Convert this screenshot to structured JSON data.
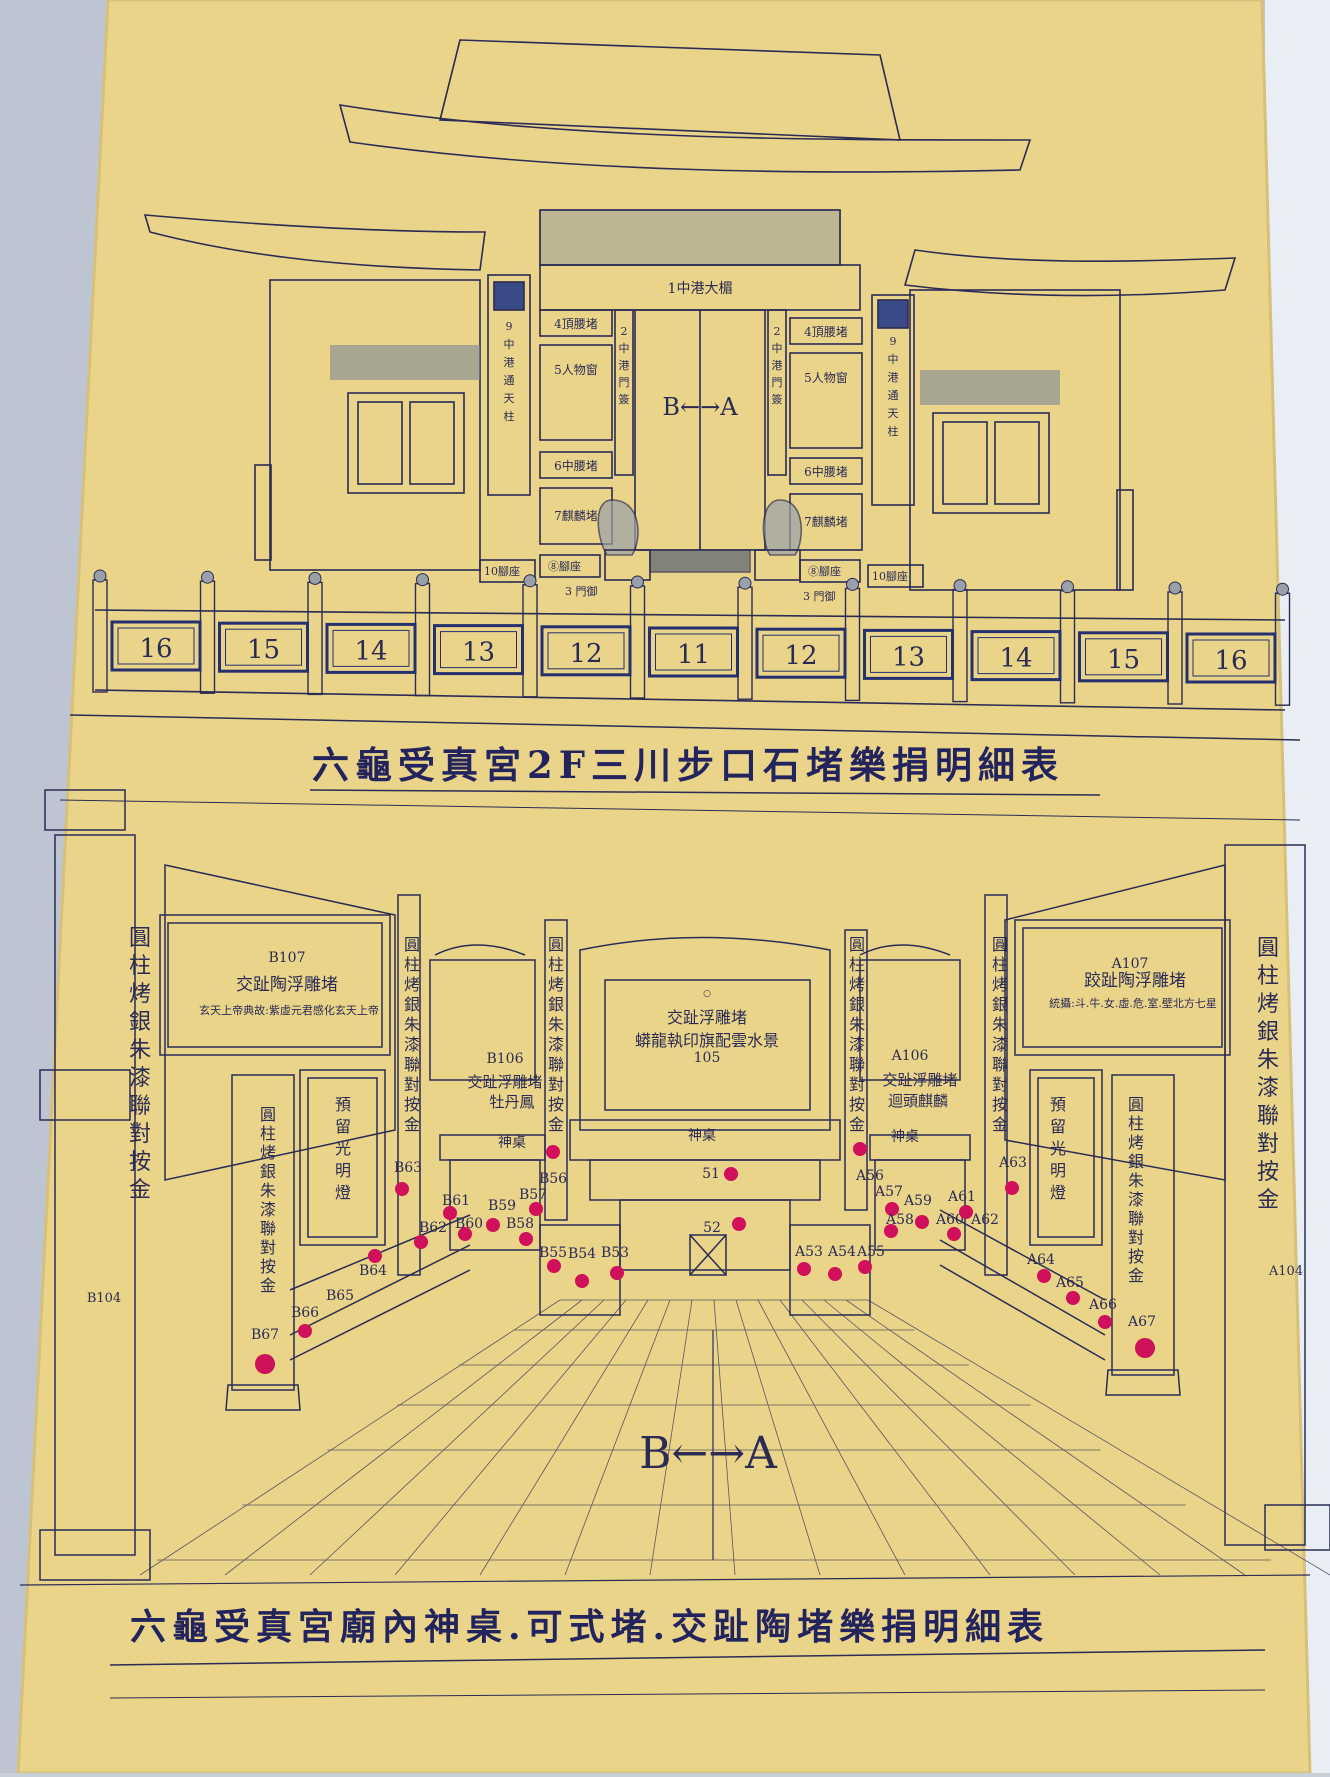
{
  "colors": {
    "paper": "#e9d489",
    "ink": "#2b2b55",
    "panel_frame": "#25306e",
    "donation_dot": "#d0105a",
    "wall_left": "#b9c3cf"
  },
  "top": {
    "title": "六龜受真宮2F三川步口石堵樂捐明細表",
    "center_beam": "1中港大楣",
    "door_labels_left": [
      "4頂腰堵",
      "5人物窗",
      "6中腰堵",
      "7麒麟堵"
    ],
    "door_labels_right": [
      "4頂腰堵",
      "5人物窗",
      "6中腰堵",
      "7麒麟堵"
    ],
    "inner_post_left": "2中港門簽",
    "inner_post_right": "2中港門簽",
    "outer_pillar_left": "9中港通天柱",
    "outer_pillar_right": "9中港通天柱",
    "base_left_10": "10腳座",
    "base_left_8": "⑧腳座",
    "base_right_8": "⑧腳座",
    "base_right_10": "10腳座",
    "step_left": "3 門御",
    "step_right": "3 門御",
    "direction": "B←→A",
    "rail_panels": [
      "16",
      "15",
      "14",
      "13",
      "12",
      "11",
      "12",
      "13",
      "14",
      "15",
      "16"
    ]
  },
  "bottom": {
    "title": "六龜受真宮廟內神桌.可式堵.交趾陶堵樂捐明細表",
    "direction": "B←→A",
    "center_panel": {
      "small": "○",
      "line1": "交趾浮雕堵",
      "line2": "蟒龍執印旗配雲水景",
      "line3": "105"
    },
    "altar_left": "神桌",
    "altar_center": "神桌",
    "altar_right": "神桌",
    "panel_b107": {
      "code": "B107",
      "title": "交趾陶浮雕堵",
      "desc": "玄天上帝典故:紫虛元君感化玄天上帝"
    },
    "panel_a107": {
      "code": "A107",
      "title": "跤趾陶浮雕堵",
      "desc": "統攝:斗.牛.女.虛.危.室.壁北方七星"
    },
    "panel_b106": {
      "code": "B106",
      "title": "交趾浮雕堵",
      "desc": "牡丹鳳"
    },
    "panel_a106": {
      "code": "A106",
      "title": "交趾浮雕堵",
      "desc": "迴頭麒麟"
    },
    "pillar_text": "圓柱烤銀朱漆聯對按金",
    "lamp_text": "預留光明燈",
    "b104": "B104",
    "a104": "A104"
  },
  "markers": [
    {
      "label": "B67",
      "dot": true
    },
    {
      "label": "B66",
      "dot": true
    },
    {
      "label": "B65",
      "dot": false
    },
    {
      "label": "B64",
      "dot": true
    },
    {
      "label": "B63",
      "dot": true
    },
    {
      "label": "B62",
      "dot": true
    },
    {
      "label": "B61",
      "dot": true
    },
    {
      "label": "B60",
      "dot": true
    },
    {
      "label": "B59",
      "dot": true
    },
    {
      "label": "B58",
      "dot": true
    },
    {
      "label": "B57",
      "dot": true
    },
    {
      "label": "B56",
      "dot": true
    },
    {
      "label": "B55",
      "dot": true
    },
    {
      "label": "B54",
      "dot": true
    },
    {
      "label": "B53",
      "dot": true
    },
    {
      "label": "51",
      "dot": true
    },
    {
      "label": "52",
      "dot": true
    },
    {
      "label": "A53",
      "dot": true
    },
    {
      "label": "A54",
      "dot": true
    },
    {
      "label": "A55",
      "dot": true
    },
    {
      "label": "A56",
      "dot": true
    },
    {
      "label": "A57",
      "dot": true
    },
    {
      "label": "A58",
      "dot": true
    },
    {
      "label": "A59",
      "dot": true
    },
    {
      "label": "A60",
      "dot": true
    },
    {
      "label": "A61",
      "dot": true
    },
    {
      "label": "A62",
      "dot": false
    },
    {
      "label": "A63",
      "dot": true
    },
    {
      "label": "A64",
      "dot": true
    },
    {
      "label": "A65",
      "dot": true
    },
    {
      "label": "A66",
      "dot": true
    },
    {
      "label": "A67",
      "dot": true
    }
  ]
}
